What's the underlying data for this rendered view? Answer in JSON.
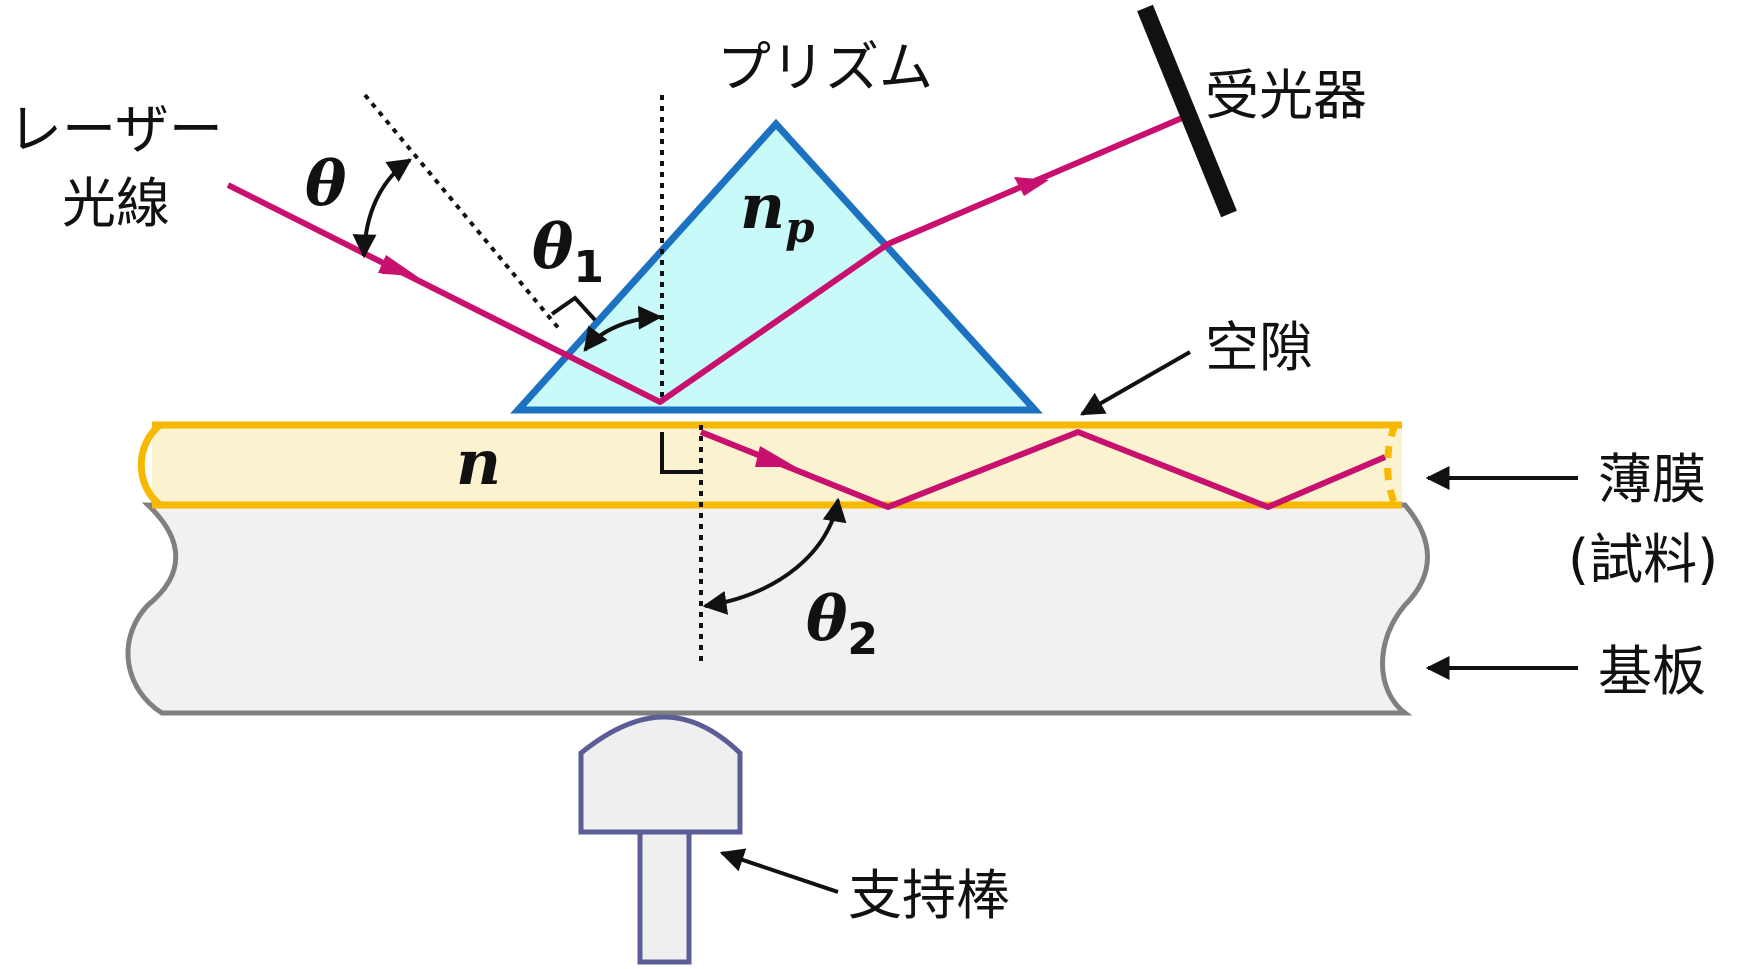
{
  "labels": {
    "laser_line1": "レーザー",
    "laser_line2": "光線",
    "prism": "プリズム",
    "receiver": "受光器",
    "gap": "空隙",
    "film_line1": "薄膜",
    "film_line2": "(試料)",
    "substrate": "基板",
    "support_rod": "支持棒"
  },
  "symbols": {
    "theta": "θ",
    "theta1_base": "θ",
    "theta1_sub": "1",
    "theta2_base": "θ",
    "theta2_sub": "2",
    "np_base": "n",
    "np_sub": "p",
    "n": "n"
  },
  "colors": {
    "ray": "#C8106E",
    "prism_fill": "#C8FAFA",
    "prism_stroke": "#1C72C0",
    "film_fill": "#FBF3CF",
    "film_stroke": "#F6B800",
    "substrate_fill": "#F1F1F1",
    "substrate_stroke": "#808080",
    "rod_fill": "#EFEFF0",
    "rod_stroke": "#5B5E96"
  }
}
